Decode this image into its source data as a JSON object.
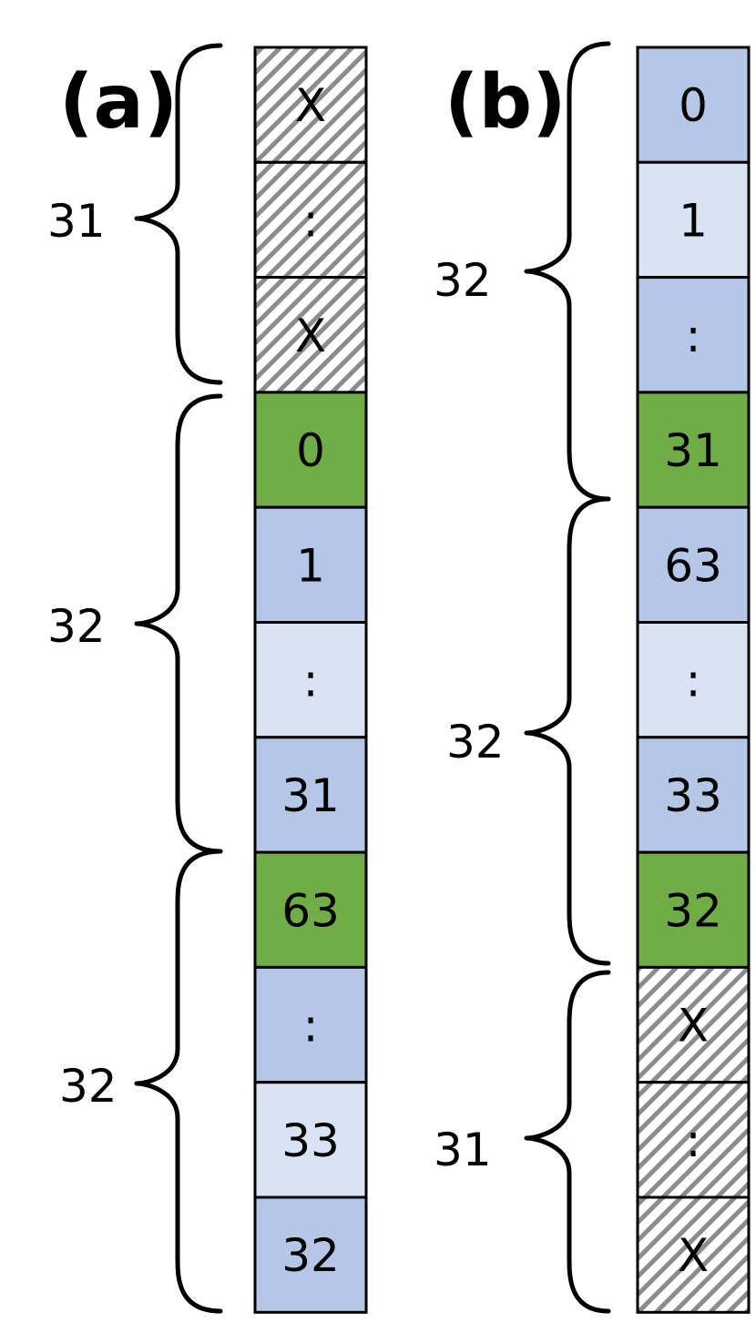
{
  "panels": [
    {
      "label": "(a)",
      "cells": [
        {
          "text": "X",
          "style": "hatch"
        },
        {
          "text": ":",
          "style": "hatch"
        },
        {
          "text": "X",
          "style": "hatch"
        },
        {
          "text": "0",
          "style": "green"
        },
        {
          "text": "1",
          "style": "blue"
        },
        {
          "text": ":",
          "style": "lightblue"
        },
        {
          "text": "31",
          "style": "blue"
        },
        {
          "text": "63",
          "style": "green"
        },
        {
          "text": ":",
          "style": "blue"
        },
        {
          "text": "33",
          "style": "lightblue"
        },
        {
          "text": "32",
          "style": "blue"
        }
      ],
      "braces": [
        {
          "count": "31"
        },
        {
          "count": "32"
        },
        {
          "count": "32"
        }
      ]
    },
    {
      "label": "(b)",
      "cells": [
        {
          "text": "0",
          "style": "blue"
        },
        {
          "text": "1",
          "style": "lightblue"
        },
        {
          "text": ":",
          "style": "blue"
        },
        {
          "text": "31",
          "style": "green"
        },
        {
          "text": "63",
          "style": "blue"
        },
        {
          "text": ":",
          "style": "lightblue"
        },
        {
          "text": "33",
          "style": "blue"
        },
        {
          "text": "32",
          "style": "green"
        },
        {
          "text": "X",
          "style": "hatch"
        },
        {
          "text": ":",
          "style": "hatch"
        },
        {
          "text": "X",
          "style": "hatch"
        }
      ],
      "braces": [
        {
          "count": "32"
        },
        {
          "count": "32"
        },
        {
          "count": "31"
        }
      ]
    }
  ],
  "colors": {
    "blue": "#b4c7e7",
    "lightblue": "#dae3f3",
    "green": "#70ad47",
    "hatch_line": "#8c8c8c",
    "hatch_bg": "#ffffff"
  }
}
